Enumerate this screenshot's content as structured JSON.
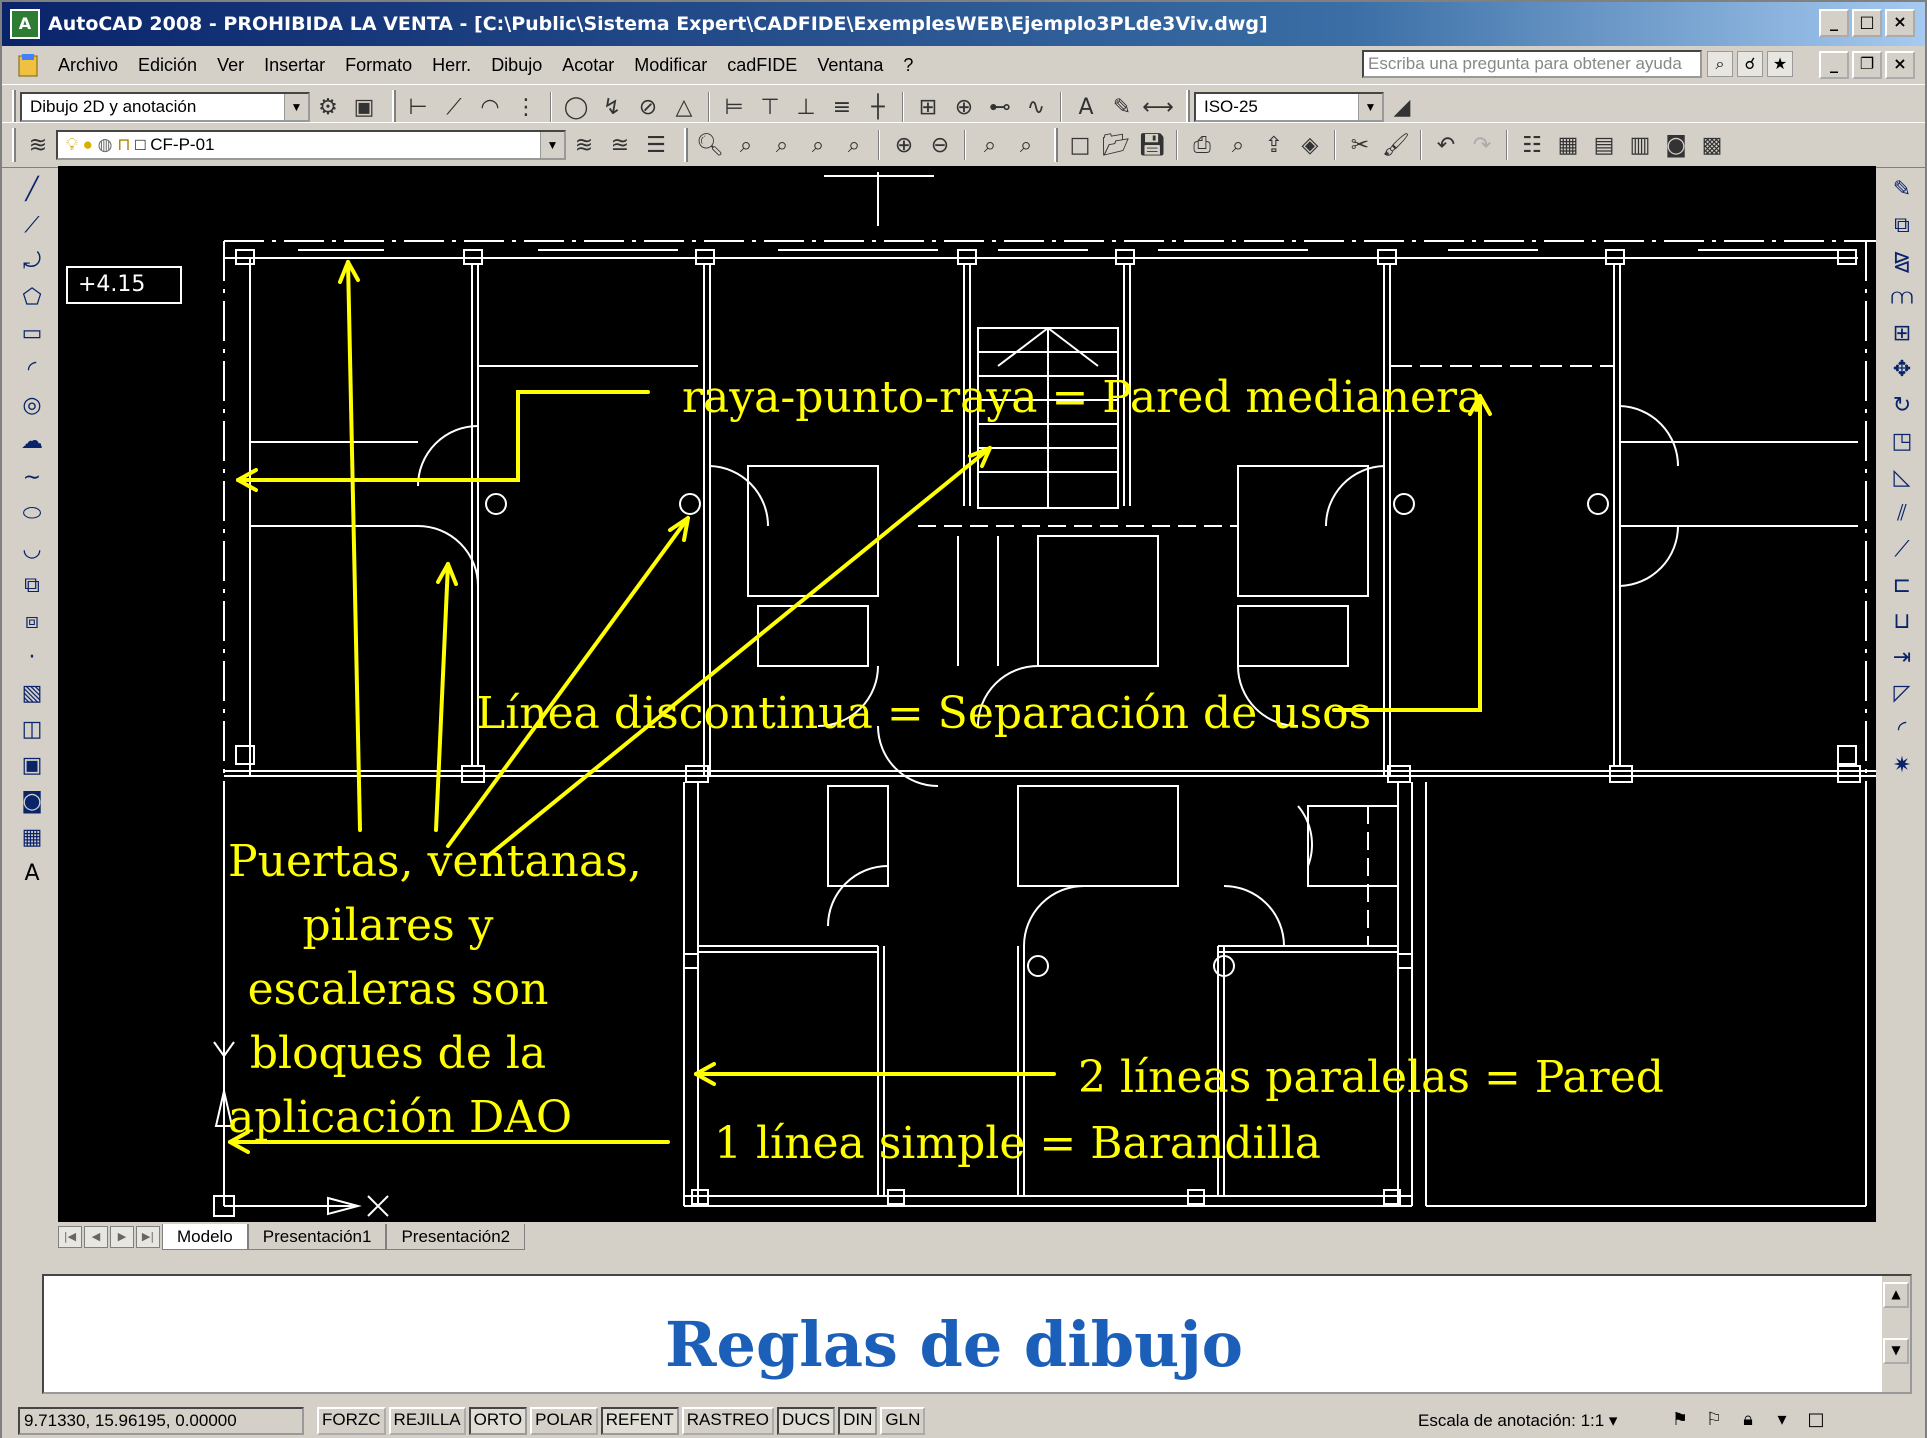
{
  "window": {
    "title": "AutoCAD 2008 - PROHIBIDA LA VENTA - [C:\\Public\\Sistema Expert\\CADFIDE\\ExemplesWEB\\Ejemplo3PLde3Viv.dwg]",
    "logo_text": "A"
  },
  "menubar": {
    "items": [
      "Archivo",
      "Edición",
      "Ver",
      "Insertar",
      "Formato",
      "Herr.",
      "Dibujo",
      "Acotar",
      "Modificar",
      "cadFIDE",
      "Ventana",
      "?"
    ],
    "help_placeholder": "Escriba una pregunta para obtener ayuda"
  },
  "toolbar1": {
    "workspace": "Dibujo 2D y anotación",
    "dimstyle": "ISO-25"
  },
  "toolbar2": {
    "layer": "CF-P-01"
  },
  "drawing": {
    "elevation": "+4.15",
    "annotations": {
      "medianera": "raya-punto-raya  = Pared medianera",
      "discontinua": "Línea discontinua = Separación de usos",
      "pared": "2 líneas paralelas = Pared",
      "barandilla": "1 línea simple = Barandilla",
      "bloques": [
        "Puertas, ventanas,",
        "pilares y",
        "escaleras son",
        "bloques de la",
        "aplicación DAO"
      ]
    },
    "colors": {
      "annotation": "#ffff00",
      "lines": "#ffffff",
      "background": "#000000"
    }
  },
  "tabs": [
    "Modelo",
    "Presentación1",
    "Presentación2"
  ],
  "command": {
    "title": "Reglas de dibujo",
    "title_color": "#1b5fb8"
  },
  "statusbar": {
    "coords": "9.71330,  15.96195, 0.00000",
    "toggles": [
      "FORZC",
      "REJILLA",
      "ORTO",
      "POLAR",
      "REFENT",
      "RASTREO",
      "DUCS",
      "DIN",
      "GLN"
    ],
    "toggles_on": [
      "ORTO",
      "REFENT",
      "DUCS",
      "DIN"
    ],
    "annotation_scale_label": "Escala de anotación:",
    "annotation_scale_value": "1:1 ▾"
  }
}
